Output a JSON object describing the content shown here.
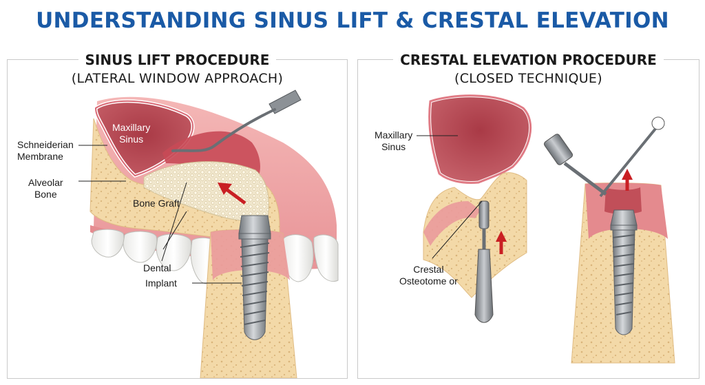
{
  "title": "UNDERSTANDING SINUS LIFT & CRESTAL ELEVATION",
  "left_panel": {
    "heading": "SINUS LIFT PROCEDURE",
    "subheading": "(LATERAL WINDOW APPROACH)",
    "labels": {
      "maxillary_sinus_1": "Maxillary",
      "maxillary_sinus_2": "Sinus",
      "schneiderian_1": "Schneiderian",
      "schneiderian_2": "Membrane",
      "alveolar_1": "Alveolar",
      "alveolar_2": "Bone",
      "bone_graft": "Bone Graft",
      "dental": "Dental",
      "implant": "Implant"
    }
  },
  "right_panel": {
    "heading": "CRESTAL ELEVATION PROCEDURE",
    "subheading": "(CLOSED TECHNIQUE)",
    "labels": {
      "maxillary_1": "Maxillary",
      "maxillary_2": "Sinus",
      "crestal_1": "Crestal",
      "crestal_2": "Osteotome or"
    }
  },
  "colors": {
    "title": "#1a5aa6",
    "sinus": "#b5434f",
    "bone": "#f3d9a8",
    "gum": "#e8888c",
    "arrow": "#c91f23",
    "implant": "#8e9398"
  }
}
